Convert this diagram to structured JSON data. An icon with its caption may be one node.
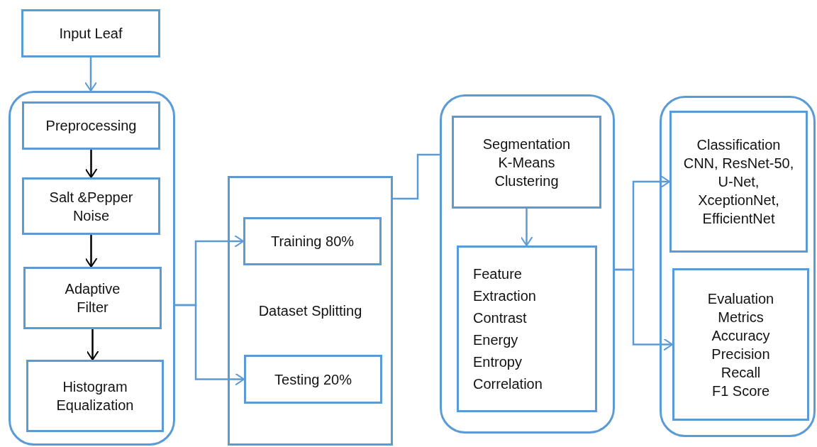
{
  "diagram": {
    "nodes": [
      {
        "text": [
          "Input Leaf"
        ]
      },
      {
        "text": [],
        "shape": "box"
      },
      {
        "text": [
          "Preprocessing"
        ],
        "in": 1
      },
      {
        "text": [
          "Salt &Pepper Noise"
        ],
        "in": 1
      },
      {
        "text": [
          "Adaptive Filter"
        ],
        "in": 1
      },
      {
        "text": [
          "Histogram Equalization"
        ],
        "in": 1
      },
      {
        "text": [
          "Dataset Splitting"
        ]
      },
      {
        "text": [
          "Training 80%"
        ],
        "in": 6
      },
      {
        "text": [
          "Testing 20%"
        ],
        "in": 6
      },
      {
        "text": [],
        "shape": "box"
      },
      {
        "text": [
          "Segmentation K-Means Clustering"
        ],
        "in": 9
      },
      {
        "text": [
          "Feature Extraction",
          "Contrast",
          "Energy",
          "Entropy",
          "Correlation"
        ],
        "in": 9
      },
      {
        "text": [],
        "shape": "box"
      },
      {
        "text": [
          "Classification",
          "CNN, ResNet-50, U-Net, XceptionNet, EfficientNet"
        ],
        "in": 12
      },
      {
        "text": [
          "Evaluation Metrics",
          "Accuracy",
          "Precision",
          "Recall",
          "F1 Score"
        ],
        "in": 12
      }
    ],
    "edges": [
      {
        "from": 0,
        "to": 1,
        "arrow": "to"
      },
      {
        "from": 2,
        "to": 3,
        "arrow": "to",
        "color": "#000000"
      },
      {
        "from": 3,
        "to": 4,
        "arrow": "to",
        "color": "#000000"
      },
      {
        "from": 4,
        "to": 5,
        "arrow": "to",
        "color": "#000000"
      },
      {
        "from": 1,
        "to": 7,
        "arrow": "to"
      },
      {
        "from": 1,
        "to": 8,
        "arrow": "to"
      },
      {
        "from": 6,
        "to": 9,
        "arrow": "none"
      },
      {
        "from": 10,
        "to": 11,
        "arrow": "to"
      },
      {
        "from": 9,
        "to": 13,
        "arrow": "to"
      },
      {
        "from": 9,
        "to": 14,
        "arrow": "to"
      }
    ]
  }
}
